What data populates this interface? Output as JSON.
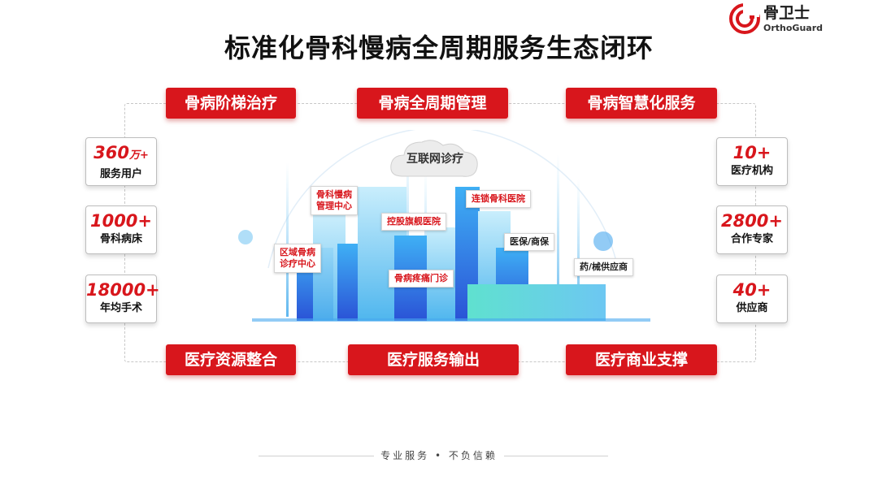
{
  "logo": {
    "brand": "骨卫士",
    "sub": "OrthoGuard"
  },
  "title": "标准化骨科慢病全周期服务生态闭环",
  "top_buttons": [
    "骨病阶梯治疗",
    "骨病全周期管理",
    "骨病智慧化服务"
  ],
  "bottom_buttons": [
    "医疗资源整合",
    "医疗服务输出",
    "医疗商业支撑"
  ],
  "left_stats": [
    {
      "num": "360",
      "unit": "万+",
      "label": "服务用户"
    },
    {
      "num": "1000+",
      "unit": "",
      "label": "骨科病床"
    },
    {
      "num": "18000+",
      "unit": "",
      "label": "年均手术"
    }
  ],
  "right_stats": [
    {
      "num": "10+",
      "unit": "",
      "label": "医疗机构"
    },
    {
      "num": "2800+",
      "unit": "",
      "label": "合作专家"
    },
    {
      "num": "40+",
      "unit": "",
      "label": "供应商"
    }
  ],
  "cloud_label": "互联网诊疗",
  "tags": {
    "mgmt_line1": "骨科慢病",
    "mgmt_line2": "管理中心",
    "region_line1": "区域骨病",
    "region_line2": "诊疗中心",
    "flagship": "控股旗舰医院",
    "chain": "连锁骨科医院",
    "insurance": "医保/商保",
    "pain": "骨病疼痛门诊",
    "pharma": "药/械供应商"
  },
  "footer": "专业服务 • 不负信赖",
  "colors": {
    "accent": "#d8161c",
    "building": "#2b8fe0"
  }
}
